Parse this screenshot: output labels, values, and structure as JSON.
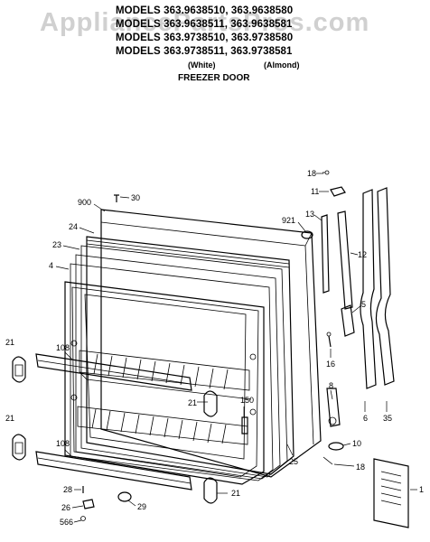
{
  "header": {
    "lines": [
      "MODELS 363.9638510, 363.9638580",
      "MODELS 363.9638511, 363.9638581",
      "MODELS 363.9738510, 363.9738580",
      "MODELS 363.9738511, 363.9738581"
    ],
    "color_white": "(White)",
    "color_almond": "(Almond)",
    "section": "FREEZER DOOR"
  },
  "watermark": "AppliancePartsPros.com",
  "callouts": [
    "18",
    "11",
    "30",
    "900",
    "921",
    "13",
    "24",
    "12",
    "23",
    "4",
    "5",
    "16",
    "108",
    "8",
    "21",
    "150",
    "6",
    "35",
    "25",
    "10",
    "1",
    "28",
    "18",
    "26",
    "29",
    "566"
  ]
}
